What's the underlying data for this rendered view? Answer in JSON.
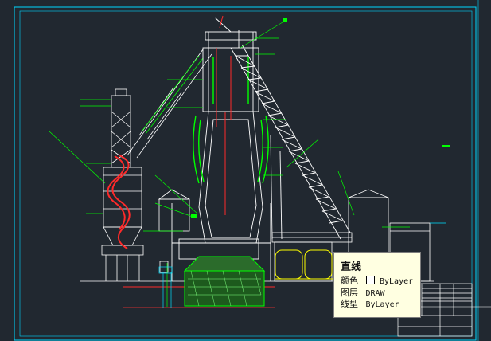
{
  "tooltip": {
    "title": "直线",
    "properties": [
      {
        "key": "颜色",
        "value": "ByLayer",
        "swatch": "#ffffff"
      },
      {
        "key": "图层",
        "value": "DRAW"
      },
      {
        "key": "线型",
        "value": "ByLayer"
      }
    ]
  },
  "colors": {
    "background": "#212830",
    "frame": "#00d8ff",
    "structure": "#ffffff",
    "dimension": "#00ff00",
    "cyan": "#00e0ff",
    "highlight": "#ff2a2a",
    "ladle": "#ffff00"
  }
}
